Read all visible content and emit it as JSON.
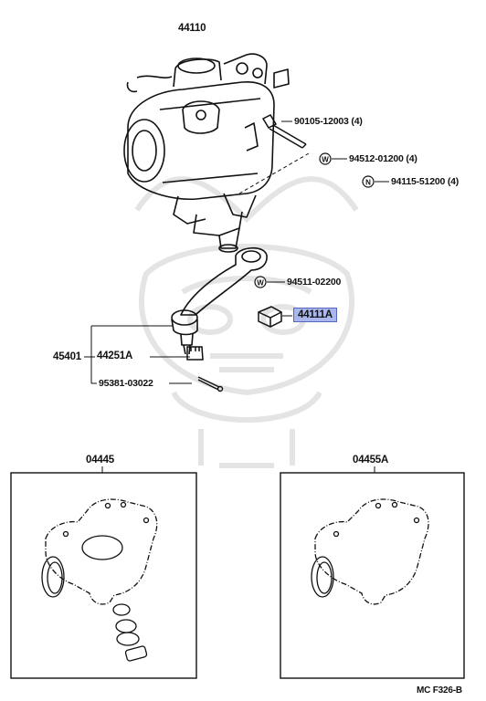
{
  "labels": {
    "gear_assembly": "44110",
    "bolt": "90105-12003 (4)",
    "washer": "94512-01200 (4)",
    "nut": "94115-51200 (4)",
    "washer_2": "94511-02200",
    "pitman_nut": "44111A",
    "pitman_arm_group": "45401",
    "pitman_arm": "44251A",
    "cotter_pin": "95381-03022",
    "kit_left": "04445",
    "kit_right": "04455A",
    "figure_code": "MC F326-B"
  },
  "symbols": {
    "washer": "W",
    "nut": "N"
  },
  "colors": {
    "highlight_fill": "#a9b7ee",
    "highlight_border": "#5566bb",
    "watermark": "#e2e2e2",
    "ink": "#111111"
  }
}
